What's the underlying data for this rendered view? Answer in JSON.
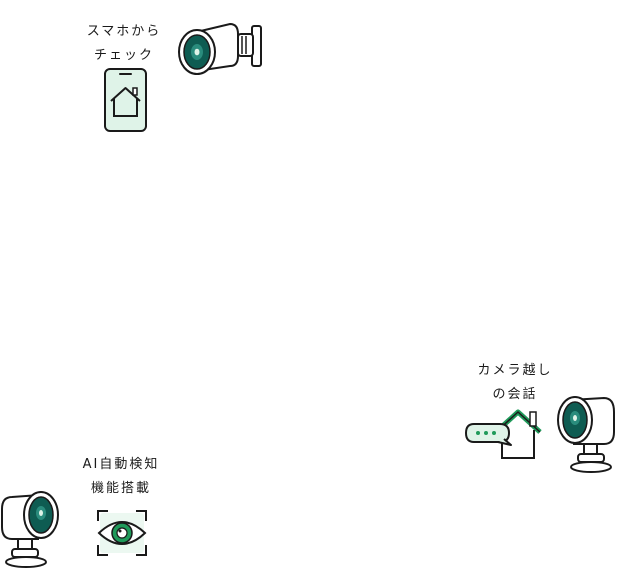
{
  "colors": {
    "teal_dark": "#0e5c52",
    "teal": "#2a8c7d",
    "mint": "#dff3e8",
    "green_accent": "#1f9a5a",
    "outline": "#1a1a1a"
  },
  "features": [
    {
      "id": "smartphone-check",
      "label_lines": [
        "スマホから",
        "チェック"
      ],
      "icons": [
        "security-camera-icon",
        "smartphone-home-icon"
      ]
    },
    {
      "id": "camera-talk",
      "label_lines": [
        "カメラ越し",
        "の会話"
      ],
      "icons": [
        "speech-bubble-icon",
        "house-icon",
        "security-camera-icon"
      ]
    },
    {
      "id": "ai-detection",
      "label_lines": [
        "AI自動検知",
        "機能搭載"
      ],
      "icons": [
        "security-camera-icon",
        "eye-detection-icon"
      ]
    }
  ]
}
